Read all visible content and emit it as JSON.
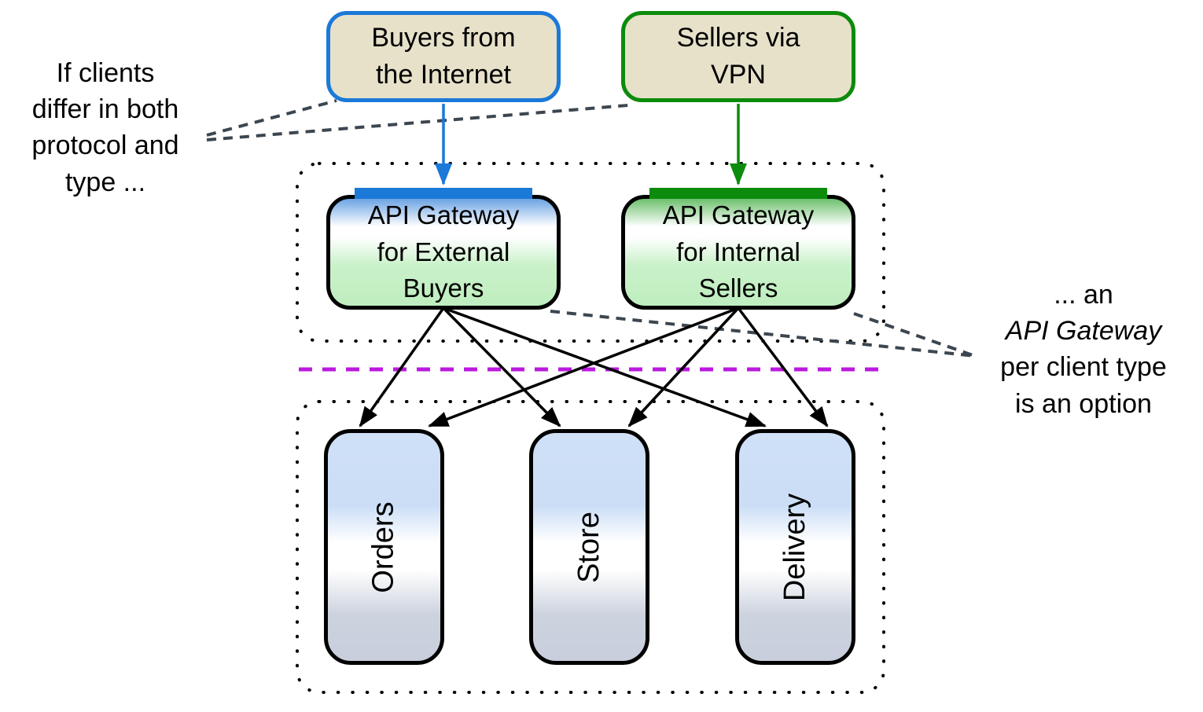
{
  "colors": {
    "blue_accent": "#1b79d8",
    "green_accent": "#0c8b0c",
    "client_fill": "#e7e1ca",
    "gateway_green_fill": "#bfeebf",
    "service_blue_fill": "#cfe0f7",
    "service_gray_fill": "#c8cedb",
    "purple_divider": "#bb1add",
    "annotation_dash": "#3c4650",
    "outline_black": "#000000"
  },
  "annotations": {
    "left": "If clients\ndiffer in both\nprotocol and\ntype ...",
    "right": {
      "line1": "... an",
      "line2": "API Gateway",
      "line3": "per client type",
      "line4": "is an option"
    }
  },
  "clients": [
    {
      "label": "Buyers from\nthe Internet"
    },
    {
      "label": "Sellers via\nVPN"
    }
  ],
  "gateways": [
    {
      "label": "API Gateway\nfor External\nBuyers"
    },
    {
      "label": "API Gateway\nfor Internal\nSellers"
    }
  ],
  "services": [
    {
      "label": "Orders"
    },
    {
      "label": "Store"
    },
    {
      "label": "Delivery"
    }
  ]
}
